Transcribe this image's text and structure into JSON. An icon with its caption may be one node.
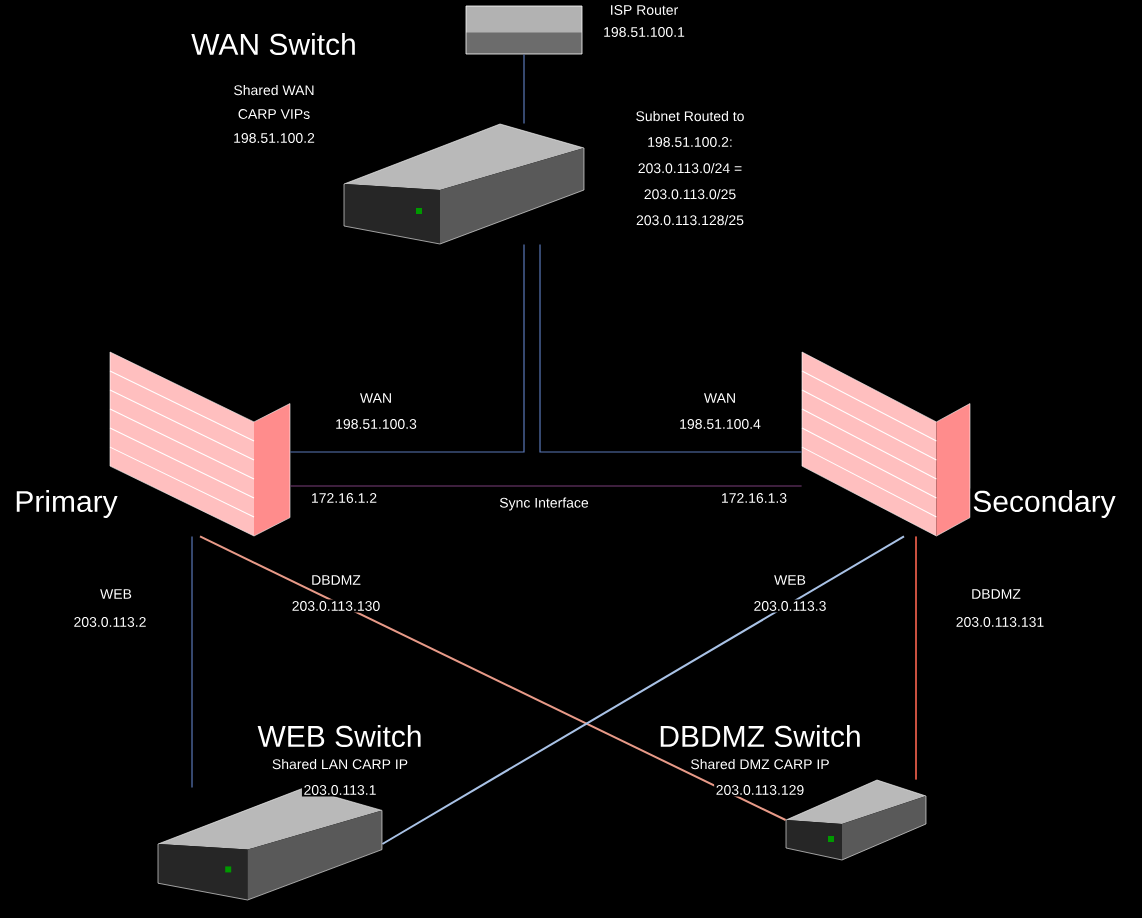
{
  "diagram": {
    "nodes": [
      {
        "text": [],
        "shape": "picture",
        "beside": [
          "ISP Router",
          "198.51.100.1"
        ]
      },
      {
        "text": [],
        "shape": "picture",
        "beside": [
          "WAN Switch",
          "Shared WAN",
          "CARP VIPs",
          "198.51.100.2"
        ]
      },
      {
        "text": [],
        "shape": "picture",
        "beside": [
          "Primary"
        ]
      },
      {
        "text": [],
        "shape": "picture",
        "beside": [
          "Secondary"
        ]
      },
      {
        "text": [],
        "shape": "picture",
        "beside": [
          "WEB Switch",
          "Shared LAN CARP IP",
          "203.0.113.1"
        ]
      },
      {
        "text": [],
        "shape": "picture",
        "beside": [
          "DBDMZ Switch",
          "Shared DMZ CARP IP",
          "203.0.113.129"
        ]
      }
    ],
    "edges": [
      {
        "from": 0,
        "to": 1,
        "arrow": "none"
      },
      {
        "from": 1,
        "to": 2,
        "arrow": "none"
      },
      {
        "from": 1,
        "to": 3,
        "arrow": "none"
      },
      {
        "from": 2,
        "to": 3,
        "arrow": "none",
        "label": "Sync Interface",
        "color": "#7a3f7a"
      },
      {
        "from": 2,
        "to": 4,
        "arrow": "none"
      },
      {
        "from": 2,
        "to": 5,
        "arrow": "none",
        "color": "#e89a88"
      },
      {
        "from": 3,
        "to": 4,
        "arrow": "none",
        "color": "#a9c2e6"
      },
      {
        "from": 3,
        "to": 5,
        "arrow": "none",
        "color": "#c8503f"
      }
    ],
    "labels": [
      "Subnet Routed to",
      "198.51.100.2:",
      "203.0.113.0/24 =",
      "203.0.113.0/25",
      "203.0.113.128/25",
      "WAN",
      "198.51.100.3",
      "WAN",
      "198.51.100.4",
      "172.16.1.2",
      "172.16.1.3",
      "DBDMZ",
      "203.0.113.130",
      "WEB",
      "203.0.113.3",
      "WEB",
      "203.0.113.2",
      "DBDMZ",
      "203.0.113.131"
    ]
  }
}
